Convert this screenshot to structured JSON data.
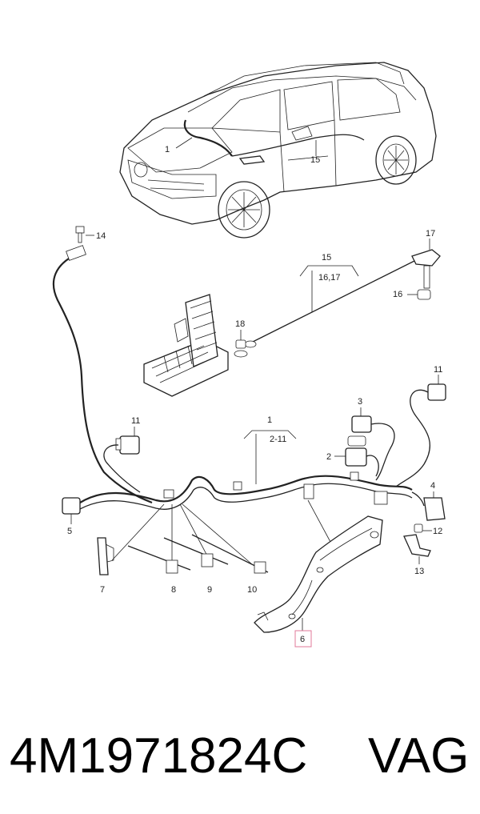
{
  "caption": {
    "part_number": "4M1971824C",
    "brand": "VAG"
  },
  "callouts": {
    "c1_car": "1",
    "c15_car": "15",
    "c14": "14",
    "c15": "15",
    "c16_17": "16,17",
    "c17": "17",
    "c16": "16",
    "c18": "18",
    "c11_left": "11",
    "c11_right": "11",
    "c3": "3",
    "c2": "2",
    "c1": "1",
    "c2_11": "2-11",
    "c4": "4",
    "c5": "5",
    "c12": "12",
    "c13": "13",
    "c7": "7",
    "c8": "8",
    "c9": "9",
    "c10": "10",
    "c6": "6"
  },
  "highlight_color": "#e07a9a"
}
